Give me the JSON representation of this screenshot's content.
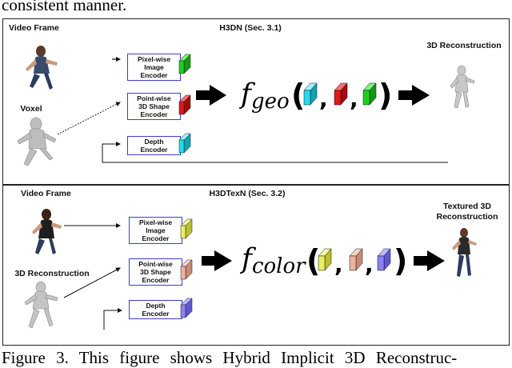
{
  "top_text": "consistent manner.",
  "caption": "Figure 3. This figure shows Hybrid Implicit 3D Reconstruc-",
  "colors": {
    "green": "#22cc22",
    "red": "#e01818",
    "cyan": "#22dcec",
    "yellow": "#e8ee66",
    "salmon": "#eab39f",
    "violet": "#8a82f0",
    "encoder_border": "#3b3fcf"
  },
  "panel_top": {
    "video_frame_label": "Video Frame",
    "title": "H3DN (Sec. 3.1)",
    "voxel_label": "Voxel",
    "output_label": "3D Reconstruction",
    "encoders": {
      "pixel": "Pixel-wise\nImage\nEncoder",
      "point": "Point-wise\n3D Shape\nEncoder",
      "depth": "Depth\nEncoder"
    },
    "func_base": "f",
    "func_sub": "geo"
  },
  "panel_bottom": {
    "video_frame_label": "Video Frame",
    "title": "H3DTexN (Sec. 3.2)",
    "input_label": "3D Reconstruction",
    "output_label": "Textured 3D\nReconstruction",
    "encoders": {
      "pixel": "Pixel-wise\nImage\nEncoder",
      "point": "Point-wise\n3D Shape\nEncoder",
      "depth": "Depth\nEncoder"
    },
    "func_base": "f",
    "func_sub": "color"
  }
}
